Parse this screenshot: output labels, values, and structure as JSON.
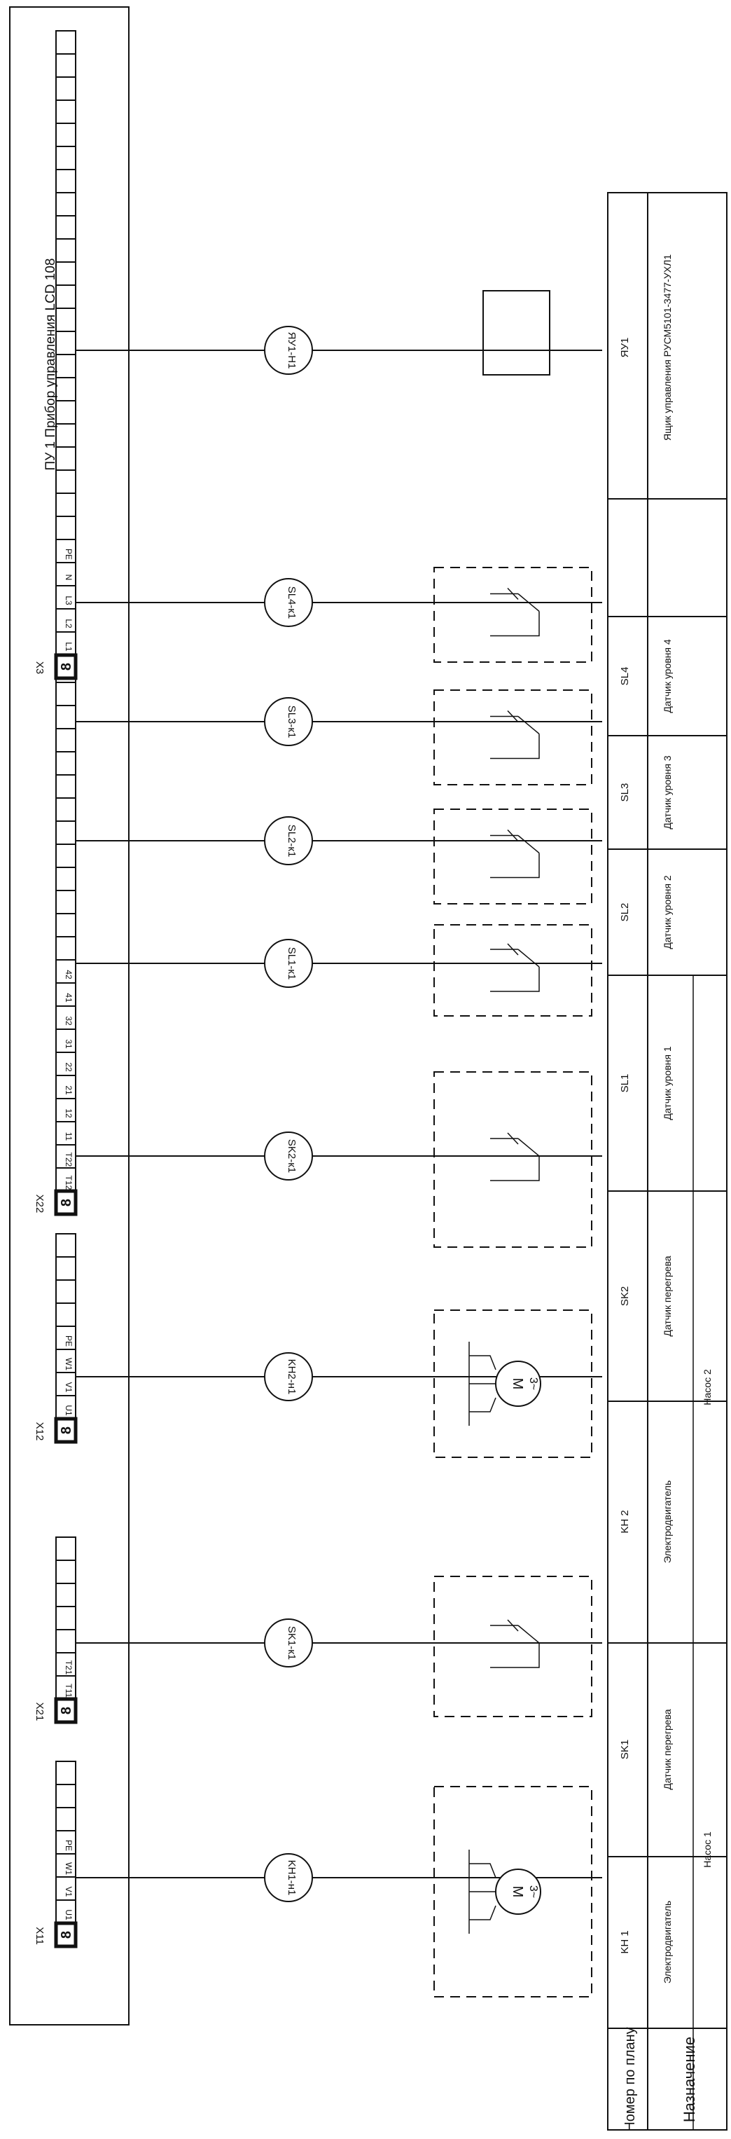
{
  "device_label": "ПУ 1   Прибор управления LCD 108",
  "connectors": [
    {
      "id": "X11",
      "label": "X11",
      "terms": [
        "U1",
        "V1",
        "W1",
        "PE"
      ]
    },
    {
      "id": "X21",
      "label": "X21",
      "terms": [
        "T11",
        "T21"
      ]
    },
    {
      "id": "X12",
      "label": "X12",
      "terms": [
        "U1",
        "V1",
        "W1",
        "PE"
      ]
    },
    {
      "id": "X22",
      "label": "X22",
      "terms": [
        "T12",
        "T22",
        "11",
        "12",
        "21",
        "22",
        "31",
        "32",
        "41",
        "42"
      ]
    },
    {
      "id": "X3",
      "label": "X3",
      "terms": [
        "L1",
        "L2",
        "L3",
        "N",
        "PE"
      ]
    }
  ],
  "wire_labels": [
    "KH1-н1",
    "SK1-к1",
    "KH2-н1",
    "SK2-к1",
    "SL1-к1",
    "SL2-к1",
    "SL3-к1",
    "SL4-к1",
    "ЯУ1-Н1"
  ],
  "motor": {
    "symbol": "M",
    "phase": "3~"
  },
  "table": {
    "row1_header": "Номер по плану",
    "row2_header": "Назначение",
    "plan_numbers": [
      "KH 1",
      "SK1",
      "KH 2",
      "SK2",
      "SL1",
      "SL2",
      "SL3",
      "SL4",
      "ЯУ1"
    ],
    "purposes": [
      "Электродвигатель",
      "Датчик перегрева",
      "Электродвигатель",
      "Датчик перегрева",
      "Датчик уровня 1",
      "Датчик уровня 2",
      "Датчик уровня 3",
      "Датчик уровня 4",
      "Ящик управления РУСМ5101-3477-УХЛ1"
    ],
    "groups": [
      "Насос 1",
      "Насос 2"
    ]
  }
}
